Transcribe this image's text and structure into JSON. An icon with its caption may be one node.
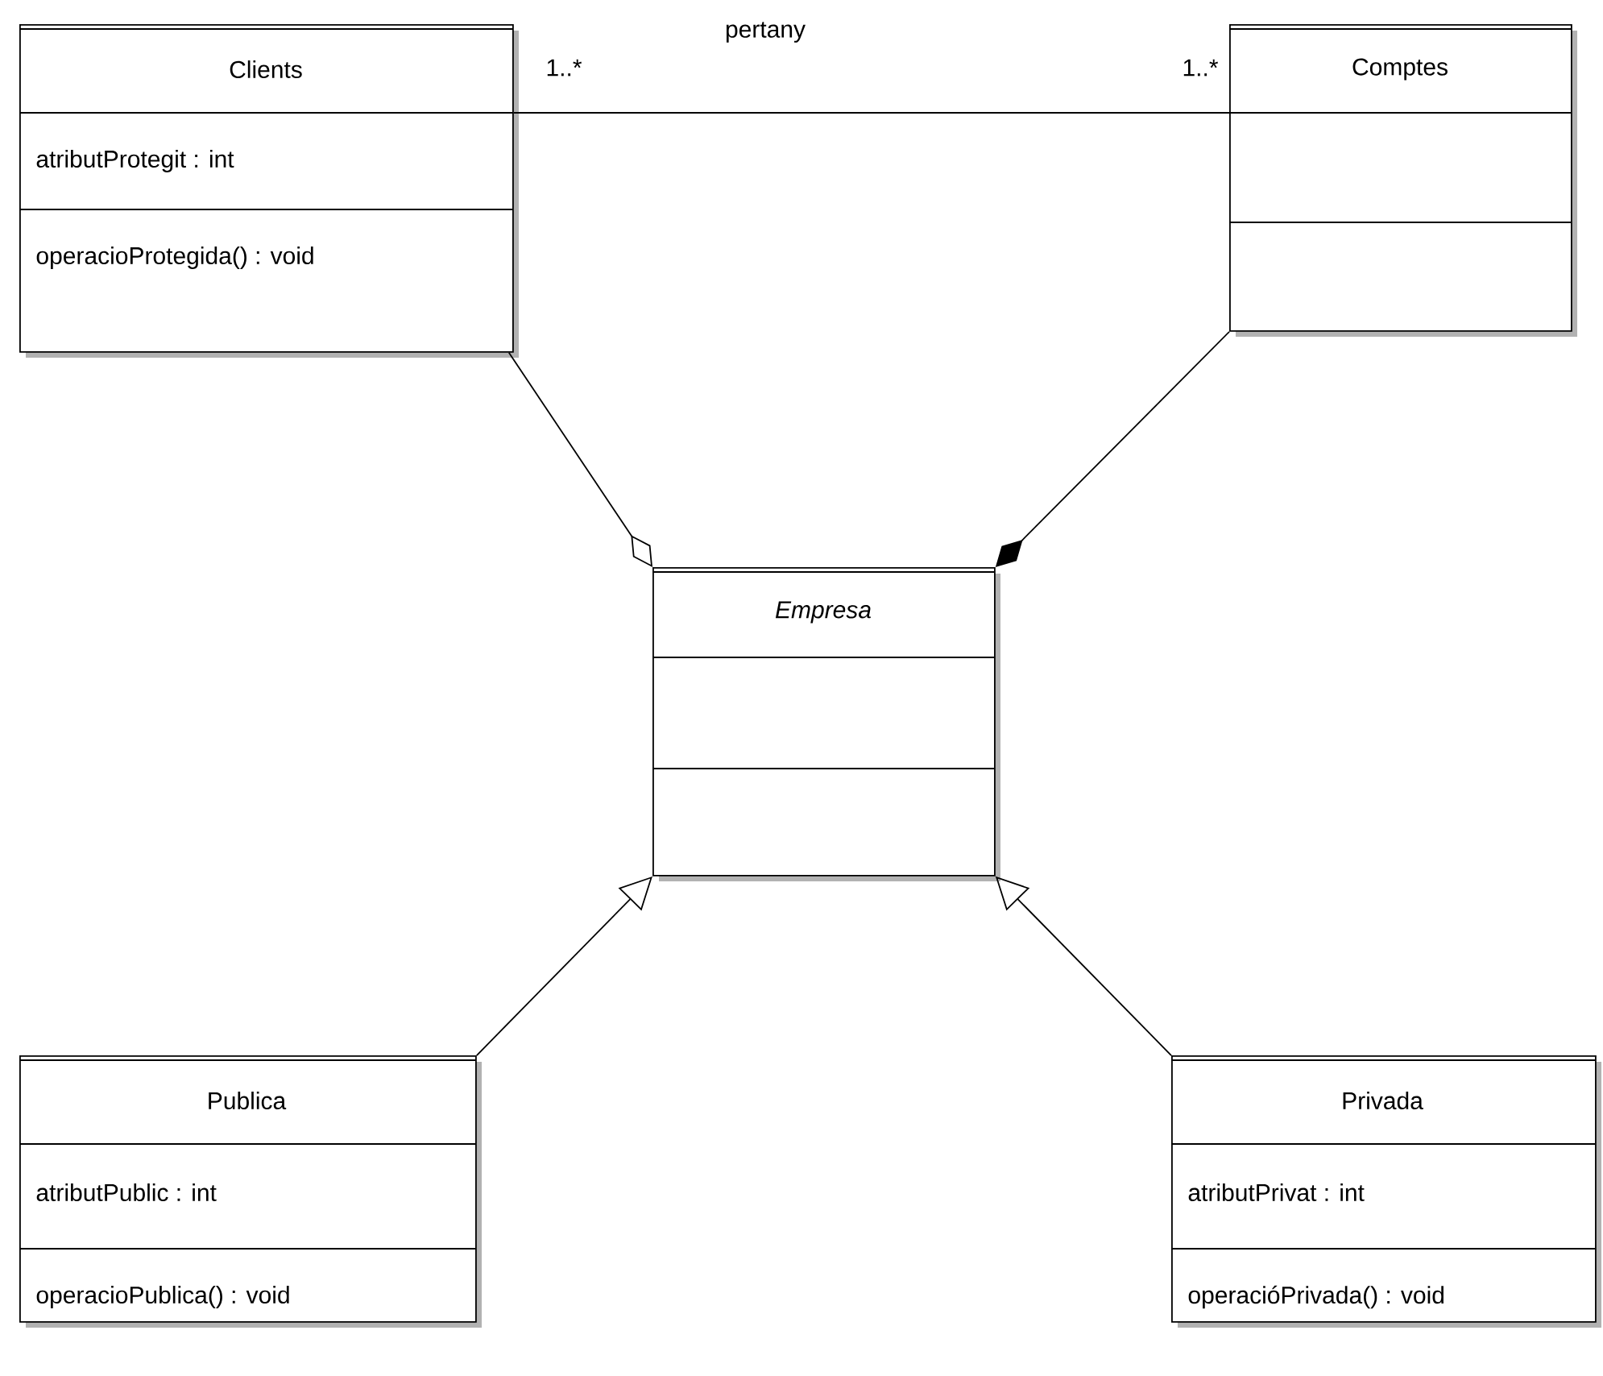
{
  "diagram": {
    "nodes": [
      {
        "text": [
          "Clients",
          "atributProtegit : int",
          "operacioProtegida() : void"
        ]
      },
      {
        "text": [
          "Comptes"
        ]
      },
      {
        "text": [
          "Empresa"
        ]
      },
      {
        "text": [
          "Publica",
          "atributPublic : int",
          "operacioPublica() : void"
        ]
      },
      {
        "text": [
          "Privada",
          "atributPrivat : int",
          "operacióPrivada() : void"
        ]
      }
    ],
    "edges": [
      {
        "from": 0,
        "to": 1,
        "arrow": "none",
        "label": "pertany"
      },
      {
        "from": 0,
        "to": 2,
        "arrow": "other"
      },
      {
        "from": 1,
        "to": 2,
        "arrow": "other"
      },
      {
        "from": 3,
        "to": 2,
        "arrow": "to"
      },
      {
        "from": 4,
        "to": 2,
        "arrow": "to"
      }
    ],
    "labels": [
      "1..*",
      "1..*"
    ]
  }
}
